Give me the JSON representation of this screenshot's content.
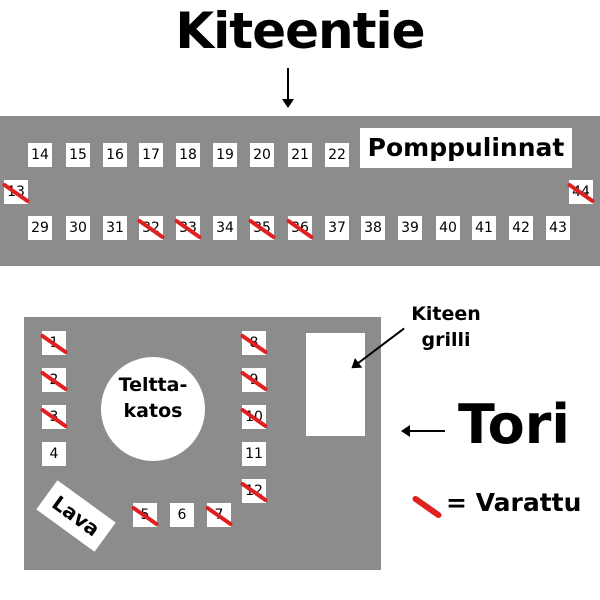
{
  "street": {
    "name": "Kiteentie"
  },
  "market": {
    "name": "Tori"
  },
  "features": {
    "bouncy_castles": "Pomppulinnat",
    "tent": "Teltta-\nkatos",
    "stage": "Lava",
    "grill": "Kiteen\ngrilli"
  },
  "legend": {
    "text": "= Varattu",
    "mark_color": "#e02020"
  },
  "colors": {
    "area": "#8c8c8c",
    "booked": "#e02020"
  },
  "spots": {
    "s1": {
      "label": "1",
      "booked": true
    },
    "s2": {
      "label": "2",
      "booked": true
    },
    "s3": {
      "label": "3",
      "booked": true
    },
    "s4": {
      "label": "4",
      "booked": false
    },
    "s5": {
      "label": "5",
      "booked": true
    },
    "s6": {
      "label": "6",
      "booked": false
    },
    "s7": {
      "label": "7",
      "booked": true
    },
    "s8": {
      "label": "8",
      "booked": true
    },
    "s9": {
      "label": "9",
      "booked": true
    },
    "s10": {
      "label": "10",
      "booked": true
    },
    "s11": {
      "label": "11",
      "booked": false
    },
    "s12": {
      "label": "12",
      "booked": true
    },
    "s13": {
      "label": "13",
      "booked": true
    },
    "s14": {
      "label": "14",
      "booked": false
    },
    "s15": {
      "label": "15",
      "booked": false
    },
    "s16": {
      "label": "16",
      "booked": false
    },
    "s17": {
      "label": "17",
      "booked": false
    },
    "s18": {
      "label": "18",
      "booked": false
    },
    "s19": {
      "label": "19",
      "booked": false
    },
    "s20": {
      "label": "20",
      "booked": false
    },
    "s21": {
      "label": "21",
      "booked": false
    },
    "s22": {
      "label": "22",
      "booked": false
    },
    "s29": {
      "label": "29",
      "booked": false
    },
    "s30": {
      "label": "30",
      "booked": false
    },
    "s31": {
      "label": "31",
      "booked": false
    },
    "s32": {
      "label": "32",
      "booked": true
    },
    "s33": {
      "label": "33",
      "booked": true
    },
    "s34": {
      "label": "34",
      "booked": false
    },
    "s35": {
      "label": "35",
      "booked": true
    },
    "s36": {
      "label": "36",
      "booked": true
    },
    "s37": {
      "label": "37",
      "booked": false
    },
    "s38": {
      "label": "38",
      "booked": false
    },
    "s39": {
      "label": "39",
      "booked": false
    },
    "s40": {
      "label": "40",
      "booked": false
    },
    "s41": {
      "label": "41",
      "booked": false
    },
    "s42": {
      "label": "42",
      "booked": false
    },
    "s43": {
      "label": "43",
      "booked": false
    },
    "s44": {
      "label": "44",
      "booked": true
    }
  }
}
